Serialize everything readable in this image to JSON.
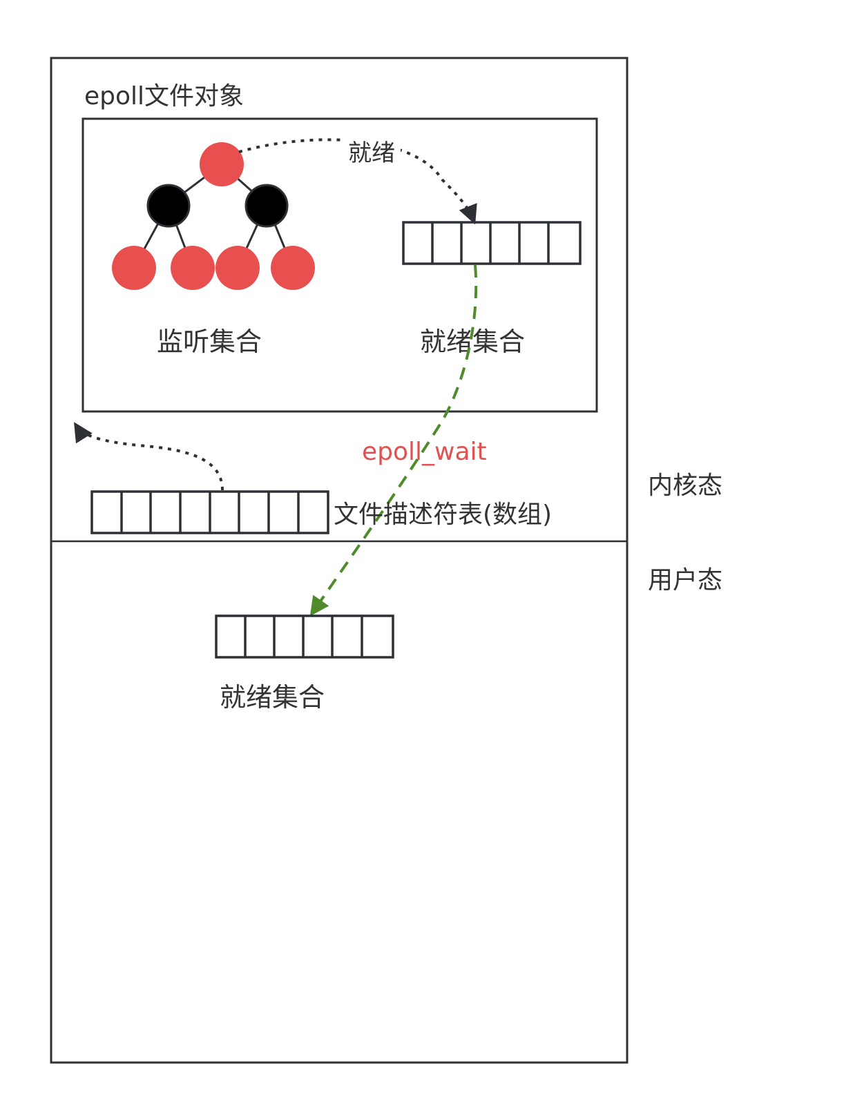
{
  "labels": {
    "epoll_object": "epoll文件对象",
    "ready_edge": "就绪",
    "listen_set": "监听集合",
    "ready_set_kernel": "就绪集合",
    "epoll_wait": "epoll_wait",
    "fd_table": "文件描述符表(数组)",
    "kernel_mode": "内核态",
    "user_mode": "用户态",
    "ready_set_user": "就绪集合"
  },
  "colors": {
    "stroke": "#2d3136",
    "red_node": "#e85050",
    "black_node": "#000000",
    "green_arrow": "#4f8a2b",
    "red_text": "#e05252"
  },
  "structures": {
    "ready_array_kernel_cells": 6,
    "fd_table_cells": 8,
    "ready_array_user_cells": 6
  }
}
